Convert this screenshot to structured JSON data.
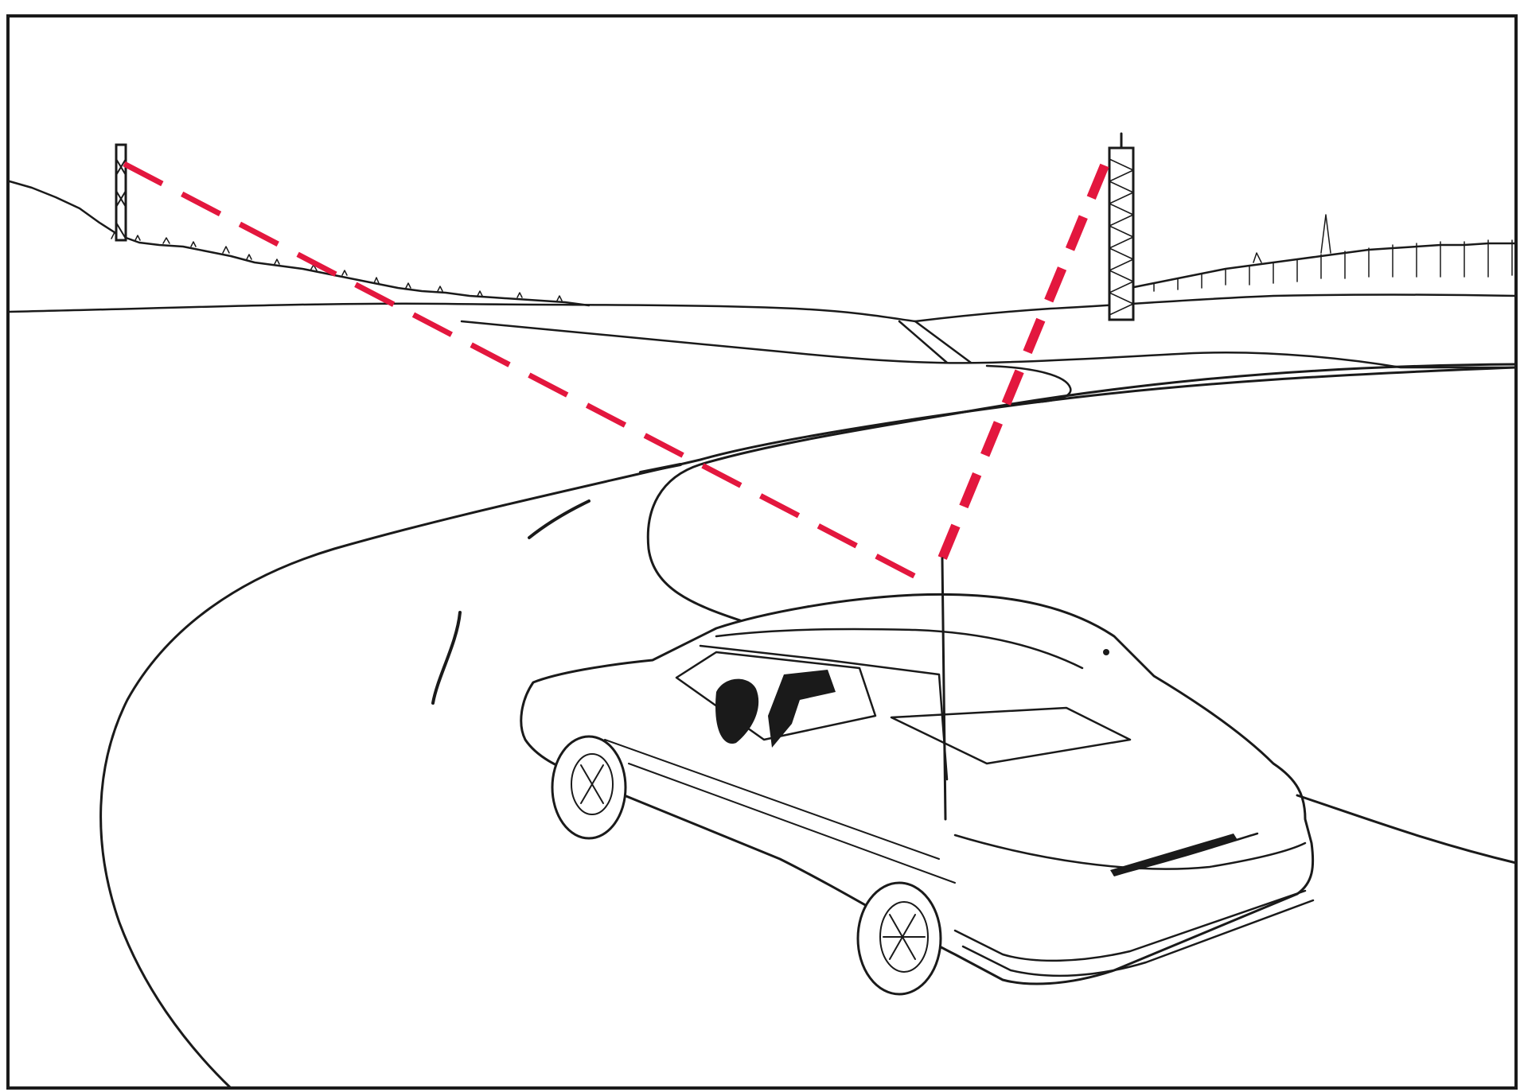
{
  "scene": {
    "colors": {
      "ink": "#1a1a1a",
      "signal": "#e3173e",
      "paper": "#ffffff"
    },
    "elements": [
      "left-transmitter-tower",
      "right-transmitter-tower",
      "car-antenna",
      "left-signal-path",
      "right-signal-path",
      "winding-road",
      "sedan-car"
    ]
  }
}
